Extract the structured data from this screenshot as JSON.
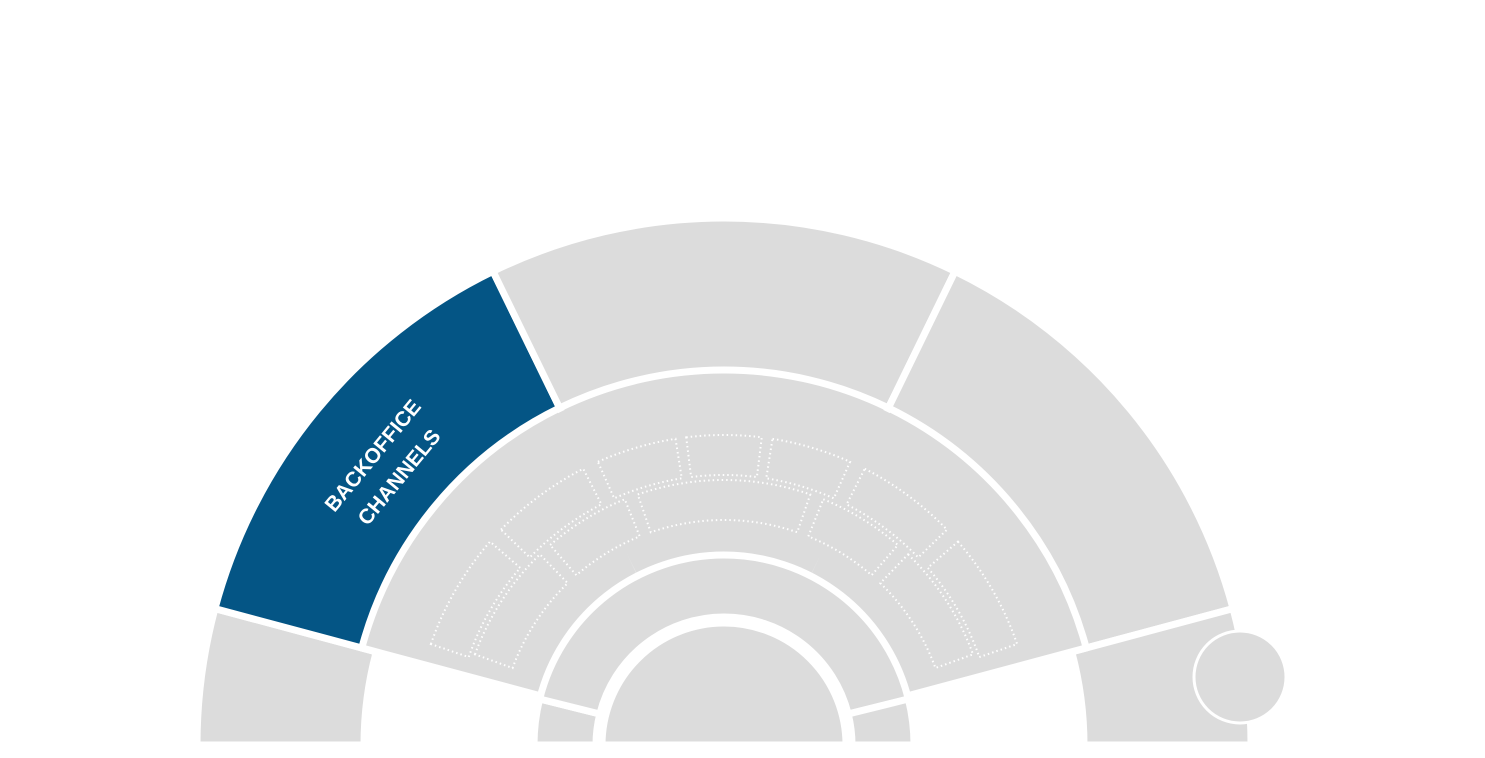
{
  "colors": {
    "background": "#ffffff",
    "segment_default": "#dcdcdc",
    "segment_active": "#045585",
    "active_label": "#ffffff",
    "dotted_outline": "#ffffff"
  },
  "outer_ring": [
    {
      "id": "left",
      "active": false,
      "label_lines": []
    },
    {
      "id": "backoffice-channels",
      "active": true,
      "label_lines": [
        "BACKOFFICE",
        "CHANNELS"
      ]
    },
    {
      "id": "top",
      "active": false,
      "label_lines": []
    },
    {
      "id": "upper-right",
      "active": false,
      "label_lines": []
    },
    {
      "id": "right",
      "active": false,
      "label_lines": []
    }
  ],
  "middle_ring": [
    {
      "id": "middle-left",
      "active": false
    },
    {
      "id": "middle-center",
      "active": false
    },
    {
      "id": "middle-right",
      "active": false
    }
  ],
  "inner_ring": [
    {
      "id": "inner-left",
      "active": false
    },
    {
      "id": "inner-center",
      "active": false
    },
    {
      "id": "inner-right",
      "active": false
    }
  ],
  "core": {
    "id": "core",
    "active": false
  },
  "corner_button": {
    "icon": "circle-icon"
  }
}
